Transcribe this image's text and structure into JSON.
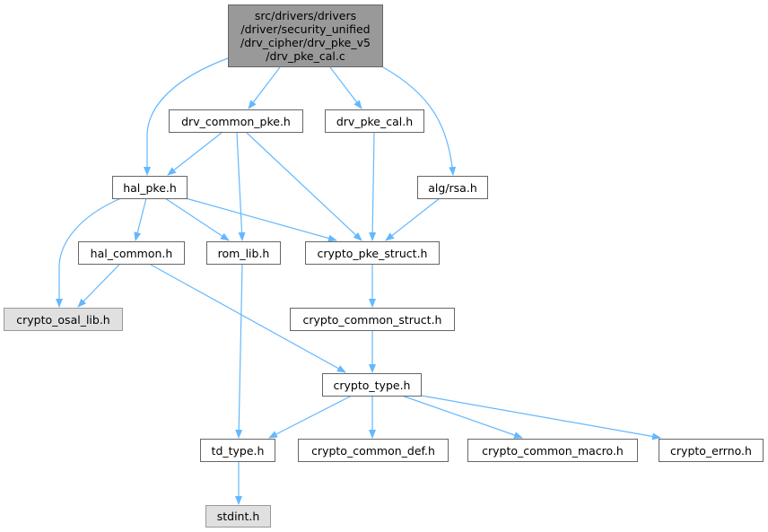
{
  "root": {
    "lines": [
      "src/drivers/drivers",
      "/driver/security_unified",
      "/drv_cipher/drv_pke_v5",
      "/drv_pke_cal.c"
    ]
  },
  "nodes": {
    "drv_common_pke": "drv_common_pke.h",
    "drv_pke_cal": "drv_pke_cal.h",
    "hal_pke": "hal_pke.h",
    "alg_rsa": "alg/rsa.h",
    "hal_common": "hal_common.h",
    "rom_lib": "rom_lib.h",
    "crypto_pke_struct": "crypto_pke_struct.h",
    "crypto_osal_lib": "crypto_osal_lib.h",
    "crypto_common_struct": "crypto_common_struct.h",
    "crypto_type": "crypto_type.h",
    "td_type": "td_type.h",
    "crypto_common_def": "crypto_common_def.h",
    "crypto_common_macro": "crypto_common_macro.h",
    "crypto_errno": "crypto_errno.h",
    "stdint": "stdint.h"
  },
  "colors": {
    "edge": "#63b8ff",
    "root_fill": "#999999",
    "external_fill": "#e0e0e0"
  }
}
